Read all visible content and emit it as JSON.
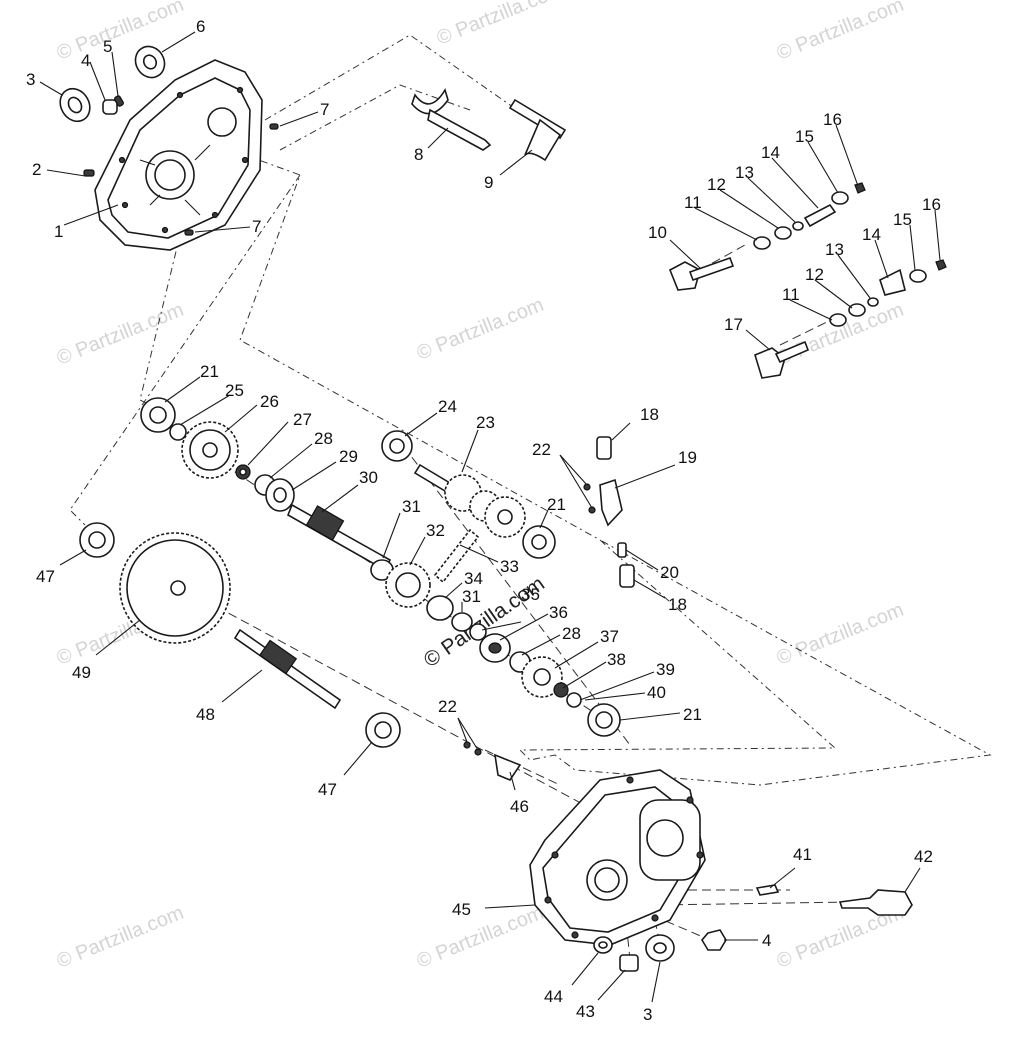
{
  "watermark": {
    "text": "© Partzilla.com",
    "color": "#d4d4d4"
  },
  "callouts": {
    "c1": "1",
    "c2": "2",
    "c3a": "3",
    "c3b": "3",
    "c4a": "4",
    "c4b": "4",
    "c5": "5",
    "c6": "6",
    "c7a": "7",
    "c7b": "7",
    "c8": "8",
    "c9": "9",
    "c10": "10",
    "c11a": "11",
    "c11b": "11",
    "c12a": "12",
    "c12b": "12",
    "c13a": "13",
    "c13b": "13",
    "c14a": "14",
    "c14b": "14",
    "c15a": "15",
    "c15b": "15",
    "c16a": "16",
    "c16b": "16",
    "c17": "17",
    "c18a": "18",
    "c18b": "18",
    "c19": "19",
    "c20": "20",
    "c21a": "21",
    "c21b": "21",
    "c21c": "21",
    "c22a": "22",
    "c22b": "22",
    "c23": "23",
    "c24": "24",
    "c25": "25",
    "c26": "26",
    "c27": "27",
    "c28a": "28",
    "c28b": "28",
    "c29": "29",
    "c30": "30",
    "c31a": "31",
    "c31b": "31",
    "c32": "32",
    "c33": "33",
    "c34": "34",
    "c35": "35",
    "c36": "36",
    "c37": "37",
    "c38": "38",
    "c39": "39",
    "c40": "40",
    "c41": "41",
    "c42": "42",
    "c43": "43",
    "c44": "44",
    "c45": "45",
    "c46": "46",
    "c47a": "47",
    "c47b": "47",
    "c48": "48",
    "c49": "49"
  }
}
